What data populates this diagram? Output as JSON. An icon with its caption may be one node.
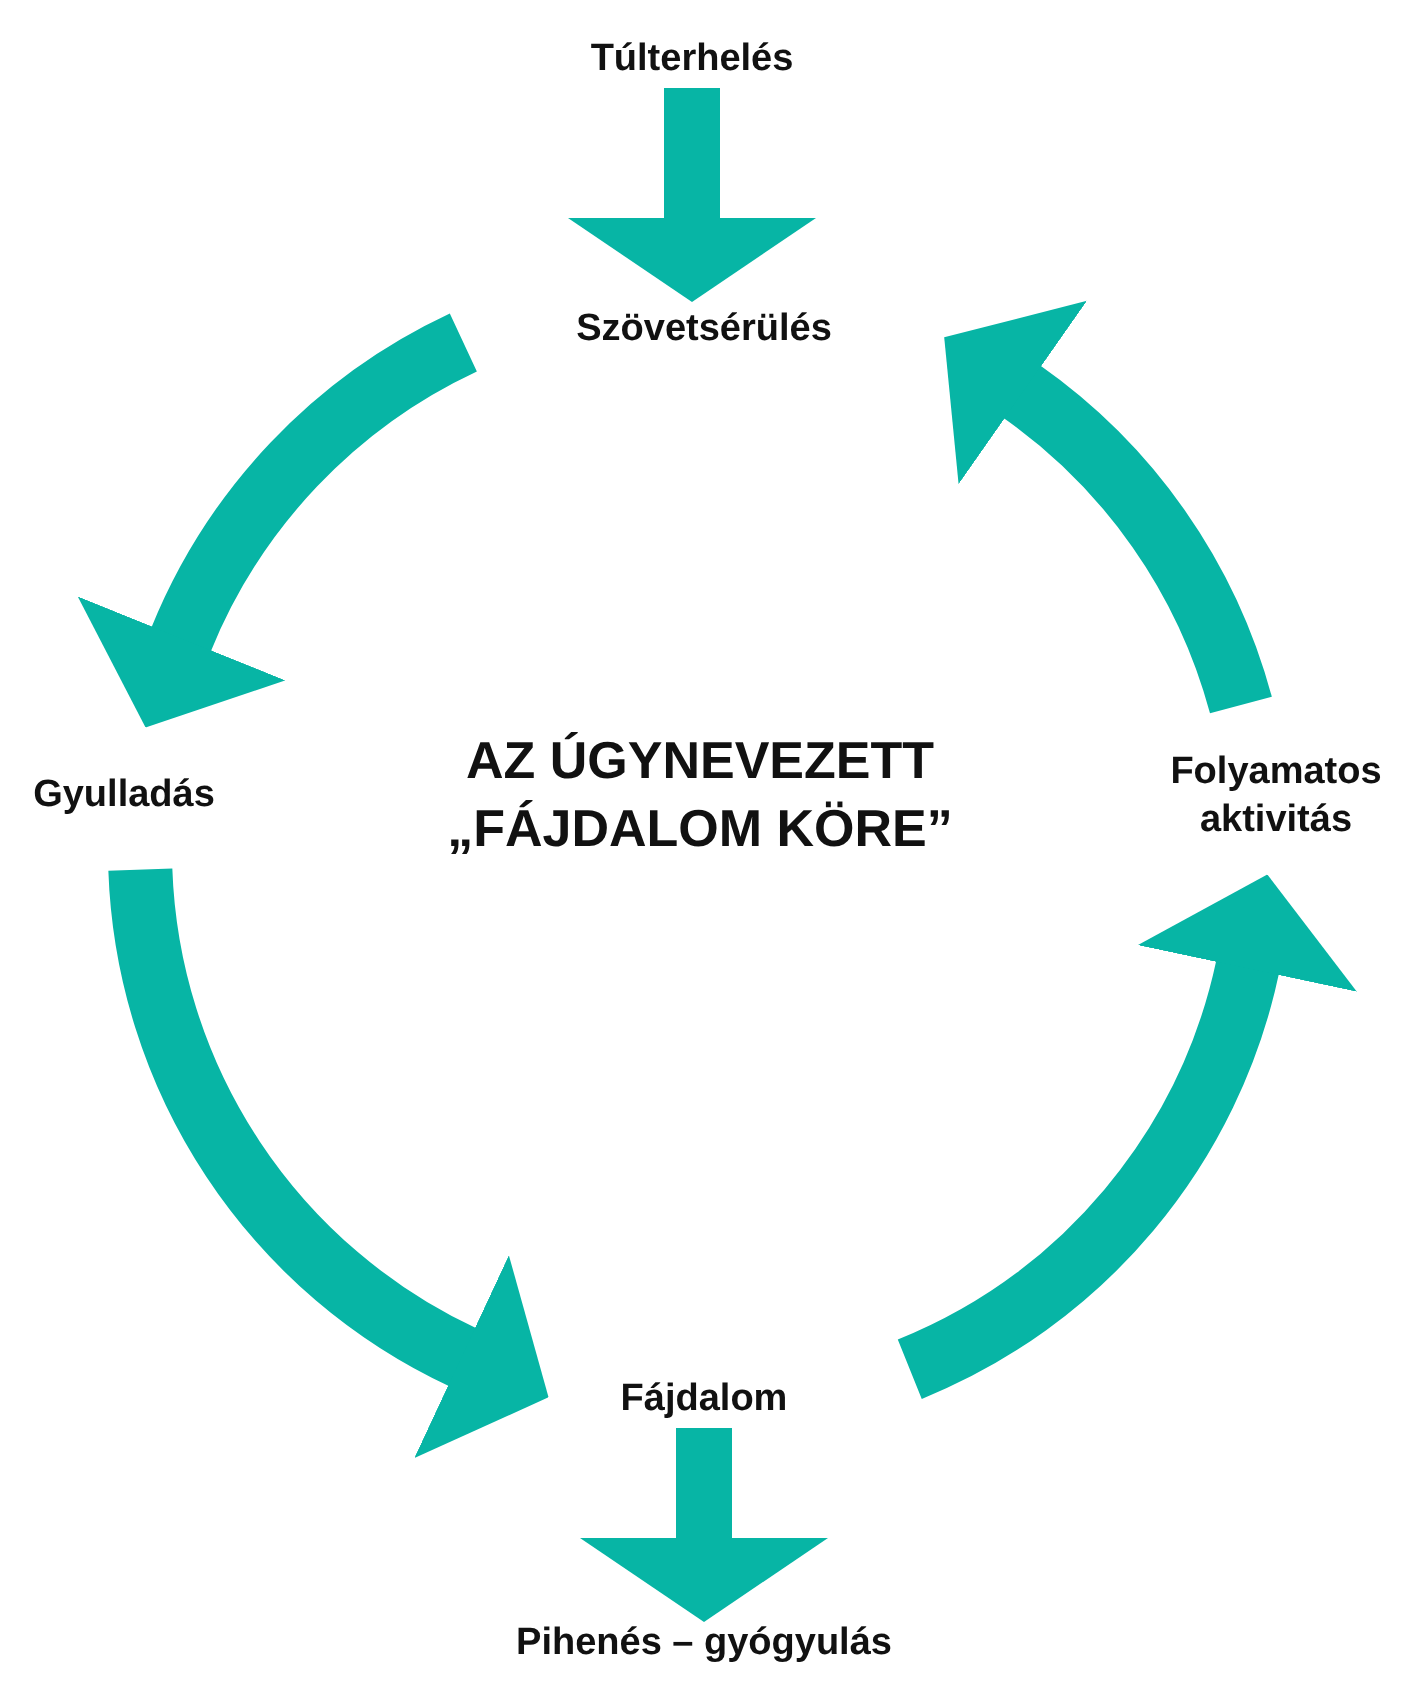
{
  "diagram": {
    "title": "AZ ÚGYNEVEZETT „FÁJDALOM KÖRE”",
    "nodes": [
      {
        "text": [
          "Túlterhelés"
        ]
      },
      {
        "text": [
          "Szövetsérülés"
        ]
      },
      {
        "text": [
          "Gyulladás"
        ]
      },
      {
        "text": [
          "Fájdalom"
        ]
      },
      {
        "text": [
          "Folyamatos aktivitás"
        ]
      },
      {
        "text": [
          "Pihenés – gyógyulás"
        ]
      }
    ],
    "edges": [
      {
        "from": 0,
        "to": 1,
        "arrow": "to"
      },
      {
        "from": 1,
        "to": 2,
        "arrow": "to"
      },
      {
        "from": 2,
        "to": 3,
        "arrow": "to"
      },
      {
        "from": 3,
        "to": 4,
        "arrow": "to"
      },
      {
        "from": 4,
        "to": 1,
        "arrow": "to"
      },
      {
        "from": 3,
        "to": 5,
        "arrow": "to"
      }
    ]
  }
}
